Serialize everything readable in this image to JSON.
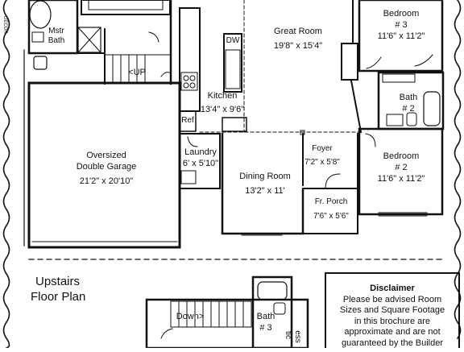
{
  "rooms": {
    "great_room": {
      "name": "Great Room",
      "size": "19'8\" x 15'4\""
    },
    "bedroom3": {
      "name": "Bedroom",
      "number": "# 3",
      "size": "11'6\" x 11'2\""
    },
    "bath2": {
      "name": "Bath",
      "number": "# 2"
    },
    "bedroom2": {
      "name": "Bedroom",
      "number": "# 2",
      "size": "11'6\" x 11'2\""
    },
    "kitchen": {
      "name": "Kitchen",
      "size": "13'4\" x 9'6\""
    },
    "garage": {
      "name": "Oversized",
      "name2": "Double Garage",
      "size": "21'2\" x 20'10\""
    },
    "laundry": {
      "name": "Laundry",
      "size": "6' x 5'10\""
    },
    "dining": {
      "name": "Dining Room",
      "size": "13'2\" x 11'"
    },
    "foyer": {
      "name": "Foyer",
      "size": "7'2\" x 5'8\""
    },
    "porch": {
      "name": "Fr. Porch",
      "size": "7'6\" x 5'6\""
    },
    "mstr_bath": {
      "name": "Mstr",
      "name2": "Bath"
    },
    "bath3": {
      "name": "Bath",
      "number": "# 3"
    }
  },
  "fixtures": {
    "dw": "DW",
    "ref": "Ref",
    "up": "<UP",
    "down": "Down>"
  },
  "upstairs": {
    "line1": "Upstairs",
    "line2": "Floor Plan"
  },
  "disclaimer": {
    "title": "Disclaimer",
    "lines": [
      "Please be advised Room",
      "Sizes and Square Footage",
      "in this brochure are",
      "approximate and are not",
      "guaranteed by the Builder"
    ]
  },
  "partial_labels": {
    "attic": "tic",
    "access": "ess"
  }
}
